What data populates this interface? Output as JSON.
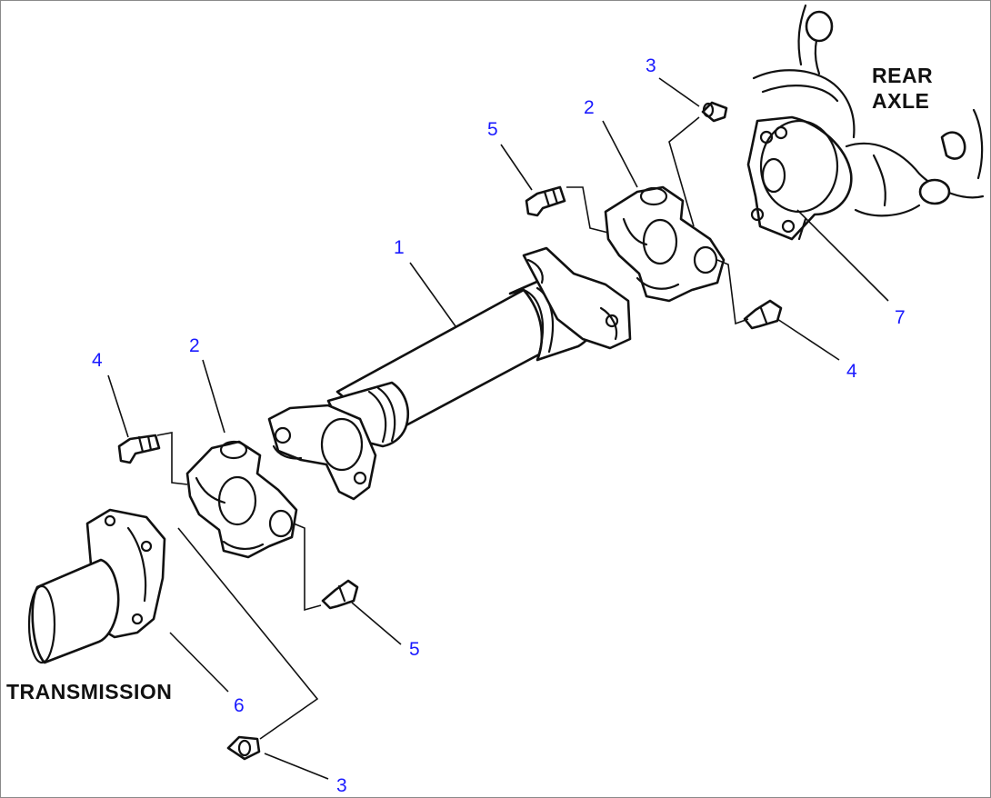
{
  "labels": {
    "rear_axle_line1": "REAR",
    "rear_axle_line2": "AXLE",
    "transmission": "TRANSMISSION"
  },
  "callouts": {
    "c1": "1",
    "c2_top": "2",
    "c2_left": "2",
    "c3_top": "3",
    "c3_bottom": "3",
    "c4_left": "4",
    "c4_right": "4",
    "c5_top": "5",
    "c5_bottom": "5",
    "c6": "6",
    "c7": "7"
  },
  "colors": {
    "callout": "#1a1aff",
    "line": "#111111"
  }
}
